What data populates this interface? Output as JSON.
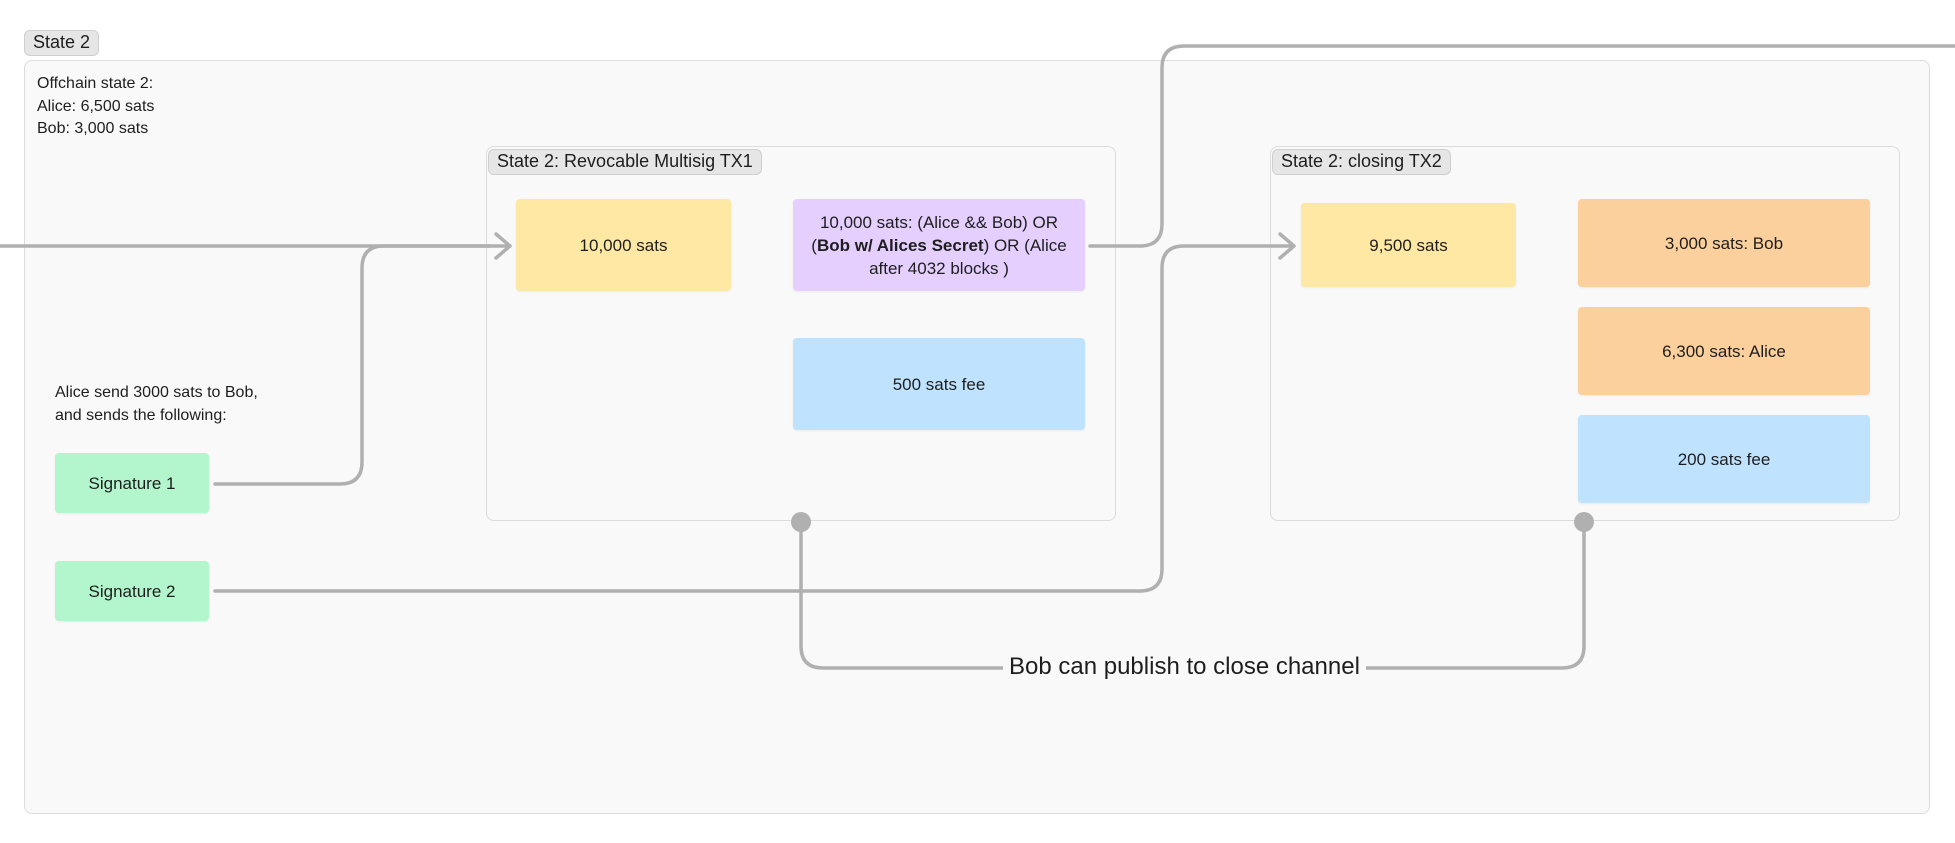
{
  "outer": {
    "tag": "State 2",
    "offchain_text": "Offchain state 2:\nAlice: 6,500 sats\nBob: 3,000 sats",
    "alice_note": "Alice send 3000 sats to Bob,\nand sends the following:"
  },
  "signatures": {
    "sig1": "Signature 1",
    "sig2": "Signature 2"
  },
  "tx1": {
    "tag": "State 2: Revocable Multisig TX1",
    "input": "10,000 sats",
    "output_parts": [
      "10,000 sats: (Alice && Bob) OR (",
      "Bob w/ Alices Secret",
      ") OR (Alice after 4032 blocks )"
    ],
    "fee": "500 sats fee"
  },
  "tx2": {
    "tag": "State 2: closing TX2",
    "input": "9,500 sats",
    "out_bob": "3,000 sats: Bob",
    "out_alice": "6,300 sats: Alice",
    "fee": "200 sats fee"
  },
  "publish_label": "Bob can publish to close channel",
  "colors": {
    "yellow": "#ffe8a3",
    "purple": "#e5cfff",
    "blue": "#bfe3ff",
    "green": "#b3f5cc",
    "orange": "#fbd09c",
    "connector": "#b0b0b0"
  }
}
